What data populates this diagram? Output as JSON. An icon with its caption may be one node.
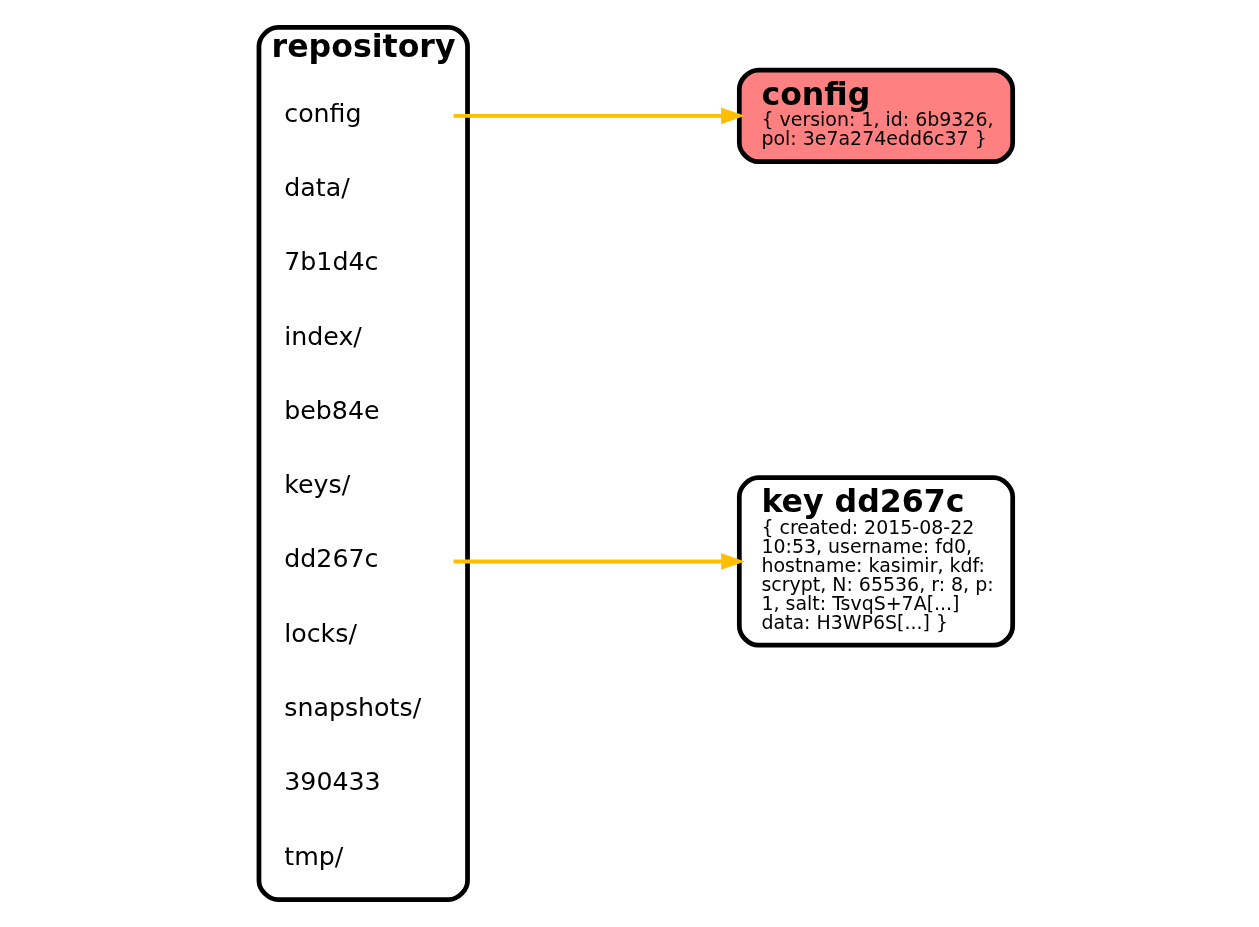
{
  "diagram": {
    "nodes": [
      {
        "text": [
          "repository"
        ]
      },
      {
        "text": [
          "config"
        ],
        "in": 0
      },
      {
        "text": [
          "data/"
        ],
        "in": 0
      },
      {
        "text": [
          "7b1d4c"
        ],
        "in": 0
      },
      {
        "text": [
          "index/"
        ],
        "in": 0
      },
      {
        "text": [
          "beb84e"
        ],
        "in": 0
      },
      {
        "text": [
          "keys/"
        ],
        "in": 0
      },
      {
        "text": [
          "dd267c"
        ],
        "in": 0
      },
      {
        "text": [
          "locks/"
        ],
        "in": 0
      },
      {
        "text": [
          "snapshots/"
        ],
        "in": 0
      },
      {
        "text": [
          "390433"
        ],
        "in": 0
      },
      {
        "text": [
          "tmp/"
        ],
        "in": 0
      },
      {
        "text": [
          "config",
          "{ version: 1, id: 6b9326, pol: 3e7a274edd6c37 }"
        ]
      },
      {
        "text": [
          "key dd267c",
          "{ created: 2015-08-22 10:53, username: fd0, hostname: kasimir, kdf: scrypt, N: 65536, r: 8, p: 1, salt: TsvqS+7A[...] data: H3WP6S[...] }"
        ]
      }
    ],
    "edges": [
      {
        "from": 1,
        "to": 12,
        "arrow": "to"
      },
      {
        "from": 7,
        "to": 13,
        "arrow": "to"
      }
    ]
  }
}
